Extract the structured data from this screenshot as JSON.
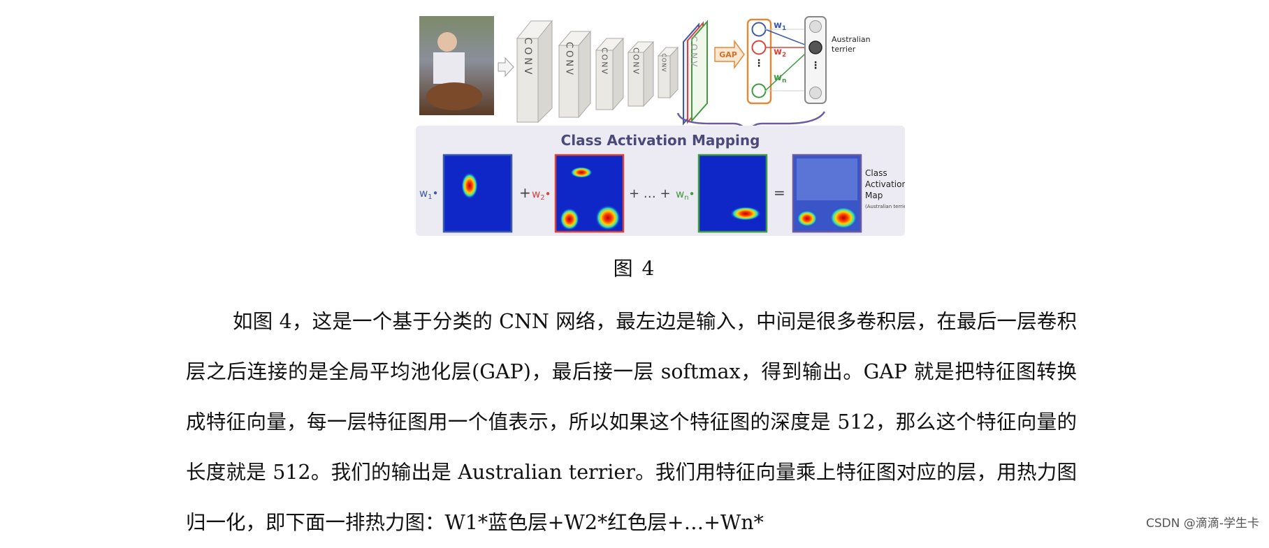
{
  "figure": {
    "conv_label": "CONV",
    "gap_label": "GAP",
    "weights": [
      "w",
      "1",
      "w",
      "2",
      "w",
      "n"
    ],
    "vertical_dots": "⋮",
    "class_label_line1": "Australian",
    "class_label_line2": "terrier",
    "cam_title": "Class Activation Mapping",
    "plus": "+",
    "ellipsis_plus": "+ … +",
    "equals": "=",
    "times": "•",
    "cam_output_line1": "Class",
    "cam_output_line2": "Activation",
    "cam_output_line3": "Map",
    "cam_output_note": "(Australian terrier)"
  },
  "caption": "图 4",
  "paragraph": "如图 4，这是一个基于分类的 CNN 网络，最左边是输入，中间是很多卷积层，在最后一层卷积层之后连接的是全局平均池化层(GAP)，最后接一层 softmax，得到输出。GAP 就是把特征图转换成特征向量，每一层特征图用一个值表示，所以如果这个特征图的深度是 512，那么这个特征向量的长度就是 512。我们的输出是 Australian terrier。我们用特征向量乘上特征图对应的层，用热力图归一化，即下面一排热力图：W1*蓝色层+W2*红色层+…+Wn*",
  "watermark": "CSDN @滴滴-学生卡",
  "colors": {
    "blue": "#3b5aa8",
    "red": "#d9443a",
    "green": "#3f9a3f",
    "orange": "#e08a3a",
    "purple": "#6b5aa0",
    "panel_bg": "#ecebf3"
  }
}
